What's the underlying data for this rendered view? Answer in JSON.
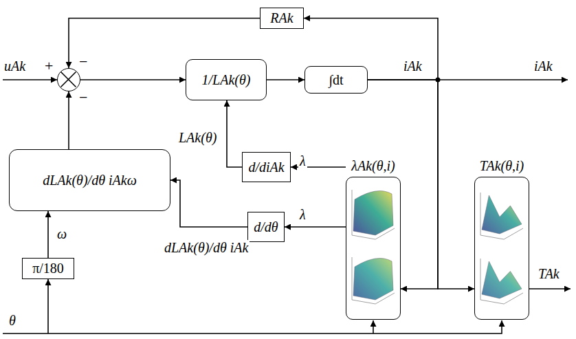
{
  "diagram": {
    "nodes": [
      {
        "text": [
          "+",
          "−",
          "−"
        ]
      },
      {
        "text": [
          "RAk"
        ]
      },
      {
        "text": [
          "1/LAk(θ)"
        ]
      },
      {
        "text": [
          "∫dt"
        ]
      },
      {
        "text": [
          "dLAk(θ)/dθ iAkω"
        ]
      },
      {
        "text": [
          "d/diAk"
        ]
      },
      {
        "text": [
          "d/dθ"
        ]
      },
      {
        "text": [
          "π/180"
        ]
      },
      {
        "text": [
          "λAk(θ,i)"
        ]
      },
      {
        "text": [
          "TAk(θ,i)"
        ]
      }
    ],
    "edges": [
      {
        "from": 0,
        "to": 2,
        "arrow": "to"
      },
      {
        "from": 2,
        "to": 3,
        "arrow": "to"
      },
      {
        "from": 3,
        "to": 1,
        "arrow": "to"
      },
      {
        "from": 1,
        "to": 0,
        "arrow": "to"
      },
      {
        "from": 3,
        "to": 8,
        "arrow": "to"
      },
      {
        "from": 3,
        "to": 9,
        "arrow": "to"
      },
      {
        "from": 8,
        "to": 5,
        "label": "λ",
        "arrow": "to"
      },
      {
        "from": 8,
        "to": 6,
        "label": "λ",
        "arrow": "to"
      },
      {
        "from": 5,
        "to": 2,
        "label": "LAk(θ)",
        "arrow": "to"
      },
      {
        "from": 6,
        "to": 4,
        "label": "dLAk(θ)/dθ iAk",
        "arrow": "to"
      },
      {
        "from": 7,
        "to": 4,
        "label": "ω",
        "arrow": "to"
      },
      {
        "from": 4,
        "to": 0,
        "arrow": "to"
      }
    ],
    "labels": [
      "uAk",
      "iAk",
      "iAk",
      "TAk",
      "θ"
    ]
  }
}
